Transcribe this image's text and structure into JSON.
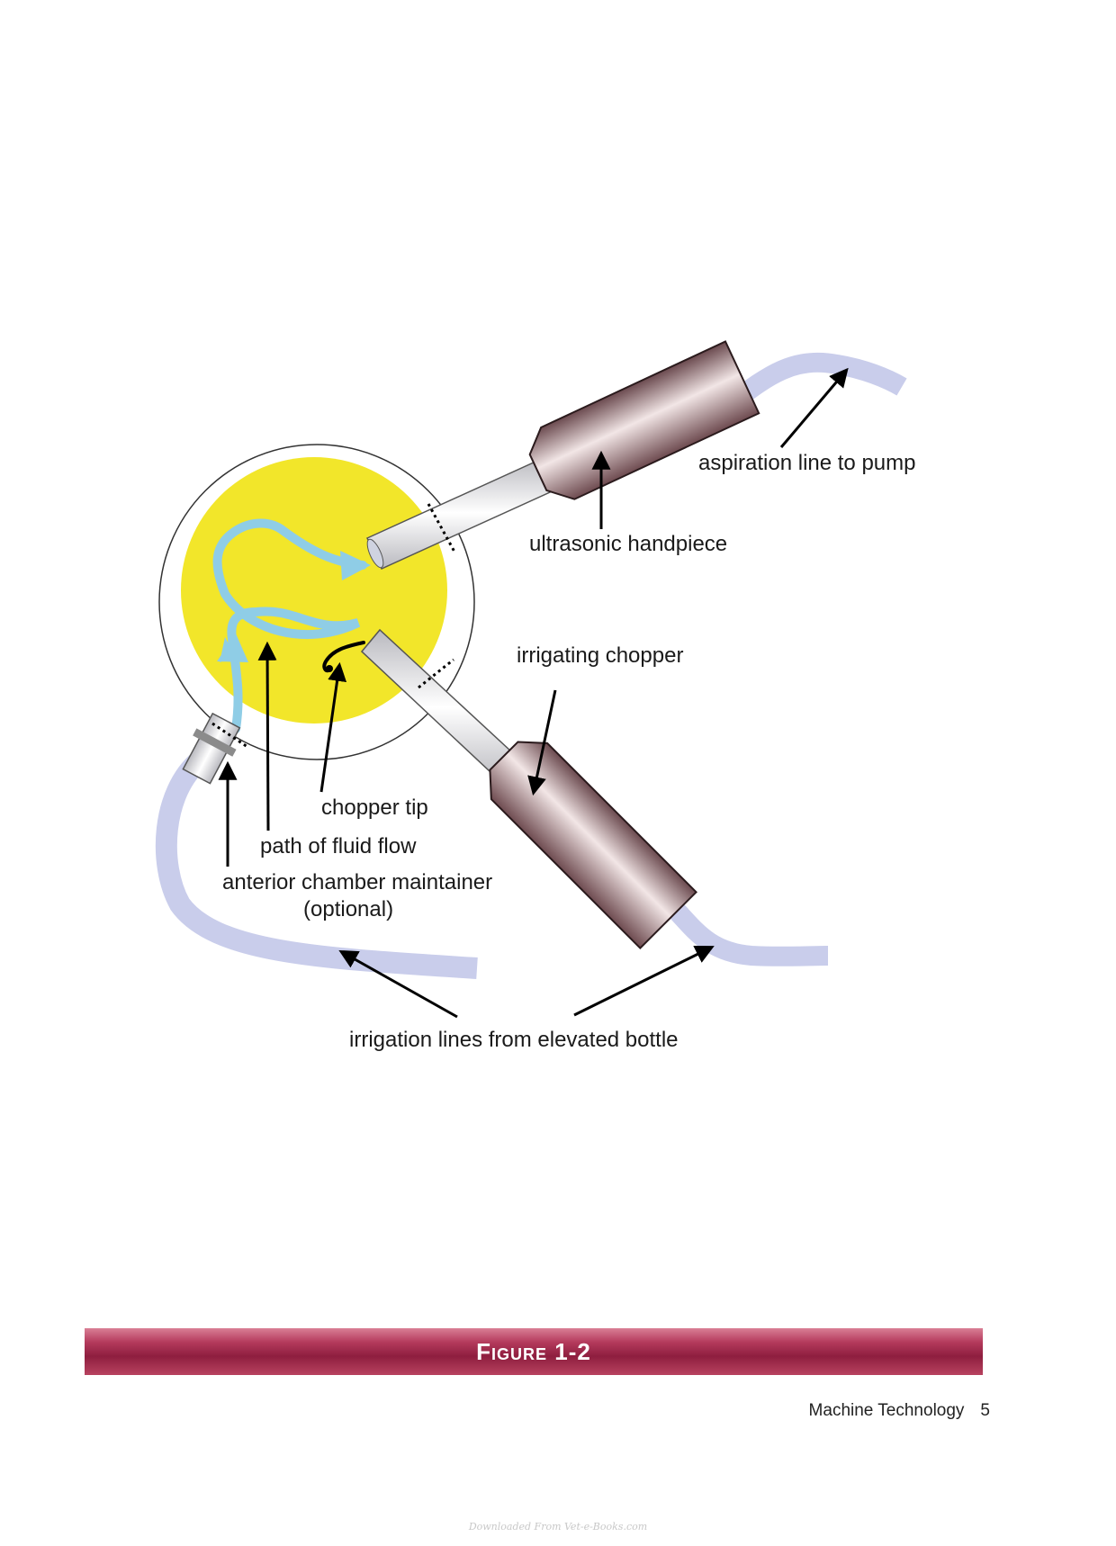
{
  "diagram": {
    "labels": {
      "aspiration_line": "aspiration line to pump",
      "ultrasonic_handpiece": "ultrasonic handpiece",
      "irrigating_chopper": "irrigating chopper",
      "chopper_tip": "chopper tip",
      "path_of_fluid_flow": "path of fluid flow",
      "ac_maintainer_line1": "anterior chamber maintainer",
      "ac_maintainer_line2": "(optional)",
      "irrigation_lines": "irrigation lines from elevated bottle"
    },
    "colors": {
      "lens": "#f2e62a",
      "fluid_flow": "#8fcde6",
      "tubing": "#c9cdeb",
      "handpiece": "#8a6166"
    }
  },
  "figure_caption": "Figure 1-2",
  "footer": {
    "section": "Machine Technology",
    "page": "5"
  },
  "watermark": "Downloaded From Vet-e-Books.com"
}
